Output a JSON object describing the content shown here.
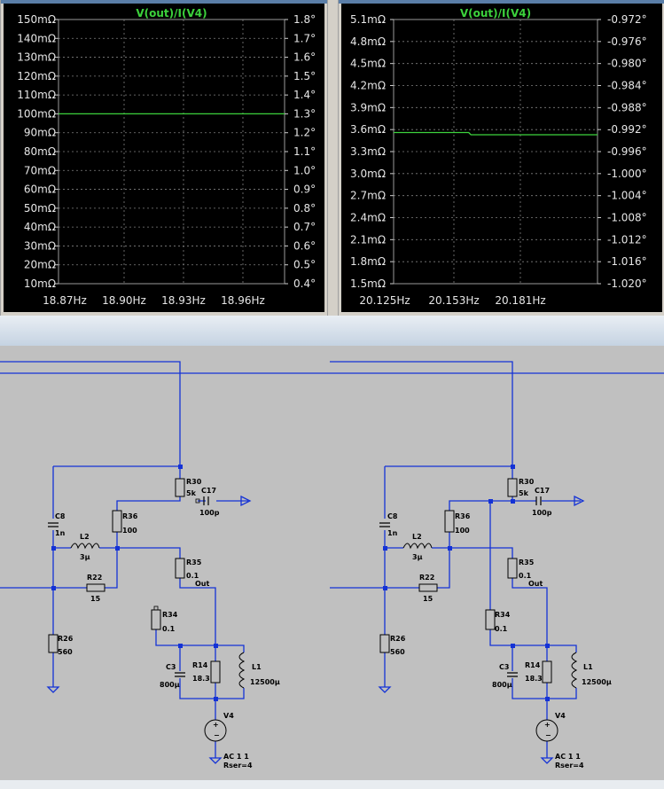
{
  "plots": [
    {
      "title": "V(out)/I(V4)",
      "left_ticks": [
        "150mΩ",
        "140mΩ",
        "130mΩ",
        "120mΩ",
        "110mΩ",
        "100mΩ",
        "90mΩ",
        "80mΩ",
        "70mΩ",
        "60mΩ",
        "50mΩ",
        "40mΩ",
        "30mΩ",
        "20mΩ",
        "10mΩ"
      ],
      "right_ticks": [
        "1.8°",
        "1.7°",
        "1.6°",
        "1.5°",
        "1.4°",
        "1.3°",
        "1.2°",
        "1.1°",
        "1.0°",
        "0.9°",
        "0.8°",
        "0.7°",
        "0.6°",
        "0.5°",
        "0.4°"
      ],
      "x_ticks": [
        "18.87Hz",
        "18.90Hz",
        "18.93Hz",
        "18.96Hz"
      ]
    },
    {
      "title": "V(out)/I(V4)",
      "left_ticks": [
        "5.1mΩ",
        "4.8mΩ",
        "4.5mΩ",
        "4.2mΩ",
        "3.9mΩ",
        "3.6mΩ",
        "3.3mΩ",
        "3.0mΩ",
        "2.7mΩ",
        "2.4mΩ",
        "2.1mΩ",
        "1.8mΩ",
        "1.5mΩ"
      ],
      "right_ticks": [
        "-0.972°",
        "-0.976°",
        "-0.980°",
        "-0.984°",
        "-0.988°",
        "-0.992°",
        "-0.996°",
        "-1.000°",
        "-1.004°",
        "-1.008°",
        "-1.012°",
        "-1.016°",
        "-1.020°"
      ],
      "x_ticks": [
        "20.125Hz",
        "20.153Hz",
        "20.181Hz"
      ]
    }
  ],
  "chart_data": [
    {
      "type": "line",
      "title": "V(out)/I(V4)",
      "x": [
        18.855,
        18.985
      ],
      "series": [
        {
          "values": [
            100,
            100
          ]
        }
      ],
      "ylim": [
        10,
        150
      ],
      "y2lim": [
        0.4,
        1.8
      ],
      "grid": true,
      "color": "#3cd23c"
    },
    {
      "type": "line",
      "title": "V(out)/I(V4)",
      "x": [
        20.105,
        20.14,
        20.141,
        20.2
      ],
      "series": [
        {
          "values": [
            3.56,
            3.56,
            3.53,
            3.53
          ]
        }
      ],
      "ylim": [
        1.5,
        5.1
      ],
      "y2lim": [
        -1.02,
        -0.972
      ],
      "grid": true,
      "color": "#3cd23c"
    }
  ],
  "schematic": {
    "labels": {
      "R30": "R30",
      "R30v": "5k",
      "C17": "C17",
      "C17v": "100p",
      "C8": "C8",
      "C8v": "1n",
      "R36": "R36",
      "R36v": "100",
      "L2": "L2",
      "L2v": "3µ",
      "R35": "R35",
      "R35v": "0.1",
      "out": "Out",
      "R22": "R22",
      "R22v": "15",
      "R34": "R34",
      "R34v": "0.1",
      "R26": "R26",
      "R26v": "560",
      "C3": "C3",
      "C3v": "800µ",
      "R14": "R14",
      "R14v": "18.3",
      "L1": "L1",
      "L1v": "12500µ",
      "V4": "V4",
      "V4ac": "AC 1 1",
      "V4rser": "Rser=4"
    }
  },
  "colors": {
    "trace": "#3cd23c",
    "title": "#3cd23c",
    "wire": "#1432d6",
    "plot_bg": "#000000",
    "grid": "#808080"
  }
}
